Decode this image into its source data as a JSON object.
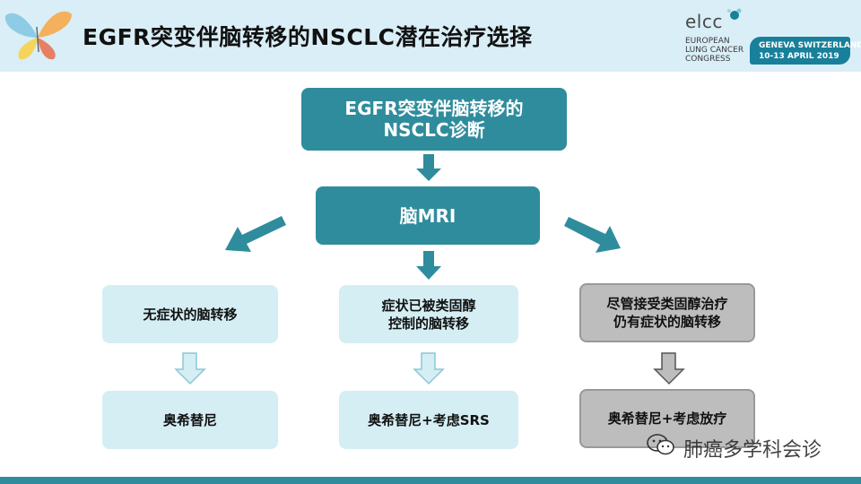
{
  "header": {
    "title": "EGFR突变伴脑转移的NSCLC潜在治疗选择"
  },
  "conference": {
    "logo": "elcc",
    "line1": "EUROPEAN",
    "line2": "LUNG CANCER",
    "line3": "CONGRESS",
    "location": "GENEVA SWITZERLAND",
    "dates": "10-13 APRIL 2019"
  },
  "flow": {
    "top_line1": "EGFR突变伴脑转移的",
    "top_line2": "NSCLC诊断",
    "mri": "脑MRI",
    "left": "无症状的脑转移",
    "center_line1": "症状已被类固醇",
    "center_line2": "控制的脑转移",
    "right_line1": "尽管接受类固醇治疗",
    "right_line2": "仍有症状的脑转移",
    "left_treatment": "奥希替尼",
    "center_treatment": "奥希替尼+考虑SRS",
    "right_treatment": "奥希替尼+考虑放疗"
  },
  "watermark": {
    "text": "肺癌多学科会诊"
  },
  "colors": {
    "header_bg": "#d9eef7",
    "teal": "#2f8c9c",
    "light_box": "#d4eef4",
    "grey_box": "#bdbdbd"
  }
}
